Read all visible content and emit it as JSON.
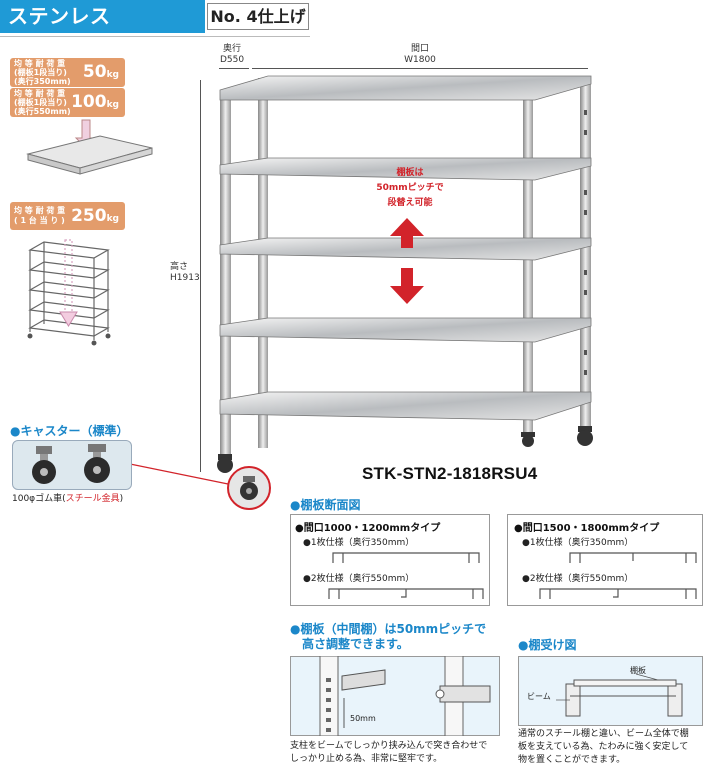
{
  "header": {
    "title": "ステンレス SUS430",
    "finish": "No. 4仕上げ"
  },
  "loads": [
    {
      "desc_1": "均 等 耐 荷 重",
      "desc_2": "(棚板1段当り)",
      "desc_3": "(奥行350mm)",
      "value": "50",
      "unit": "kg"
    },
    {
      "desc_1": "均 等 耐 荷 重",
      "desc_2": "(棚板1段当り)",
      "desc_3": "(奥行550mm)",
      "value": "100",
      "unit": "kg"
    },
    {
      "desc_1": "均 等 耐 荷 重",
      "desc_2": "( 1 台 当 り )",
      "value": "250",
      "unit": "kg"
    }
  ],
  "dimensions": {
    "depth_label": "奥行",
    "depth_value": "D550",
    "width_label": "間口",
    "width_value": "W1800",
    "height_label": "高さ",
    "height_value": "H1913"
  },
  "shelf_note": {
    "line_1": "棚板は",
    "line_2": "50mmピッチで",
    "line_3": "段替え可能"
  },
  "model_number": "STK-STN2-1818RSU4",
  "caster": {
    "title": "●キャスター（標準）",
    "caption_prefix": "100φゴム車(",
    "caption_highlight": "スチール金具",
    "caption_suffix": ")"
  },
  "section_profile": {
    "title": "●棚板断面図",
    "left": {
      "head": "●間口1000・1200mmタイプ",
      "sub_1": "●1枚仕様（奥行350mm）",
      "sub_2": "●2枚仕様（奥行550mm）"
    },
    "right": {
      "head": "●間口1500・1800mmタイプ",
      "sub_1": "●1枚仕様（奥行350mm）",
      "sub_2": "●2枚仕様（奥行550mm）"
    }
  },
  "section_pitch": {
    "title_1": "●棚板（中間棚）は50mmピッチで",
    "title_2": "高さ調整できます。",
    "pitch_label": "50mm",
    "caption_1": "支柱をビームでしっかり挟み込んで突き合わせで",
    "caption_2": "しっかり止める為、非常に堅牢です。"
  },
  "section_support": {
    "title": "●棚受け図",
    "shelf_label": "棚板",
    "beam_label": "ビーム",
    "caption_1": "通常のスチール棚と違い、ビーム全体で棚",
    "caption_2": "板を支えている為、たわみに強く安定して",
    "caption_3": "物を置くことができます。"
  },
  "colors": {
    "accent_blue": "#1f9ad6",
    "badge_orange": "#e39c6b",
    "arrow_red": "#d2232a"
  }
}
